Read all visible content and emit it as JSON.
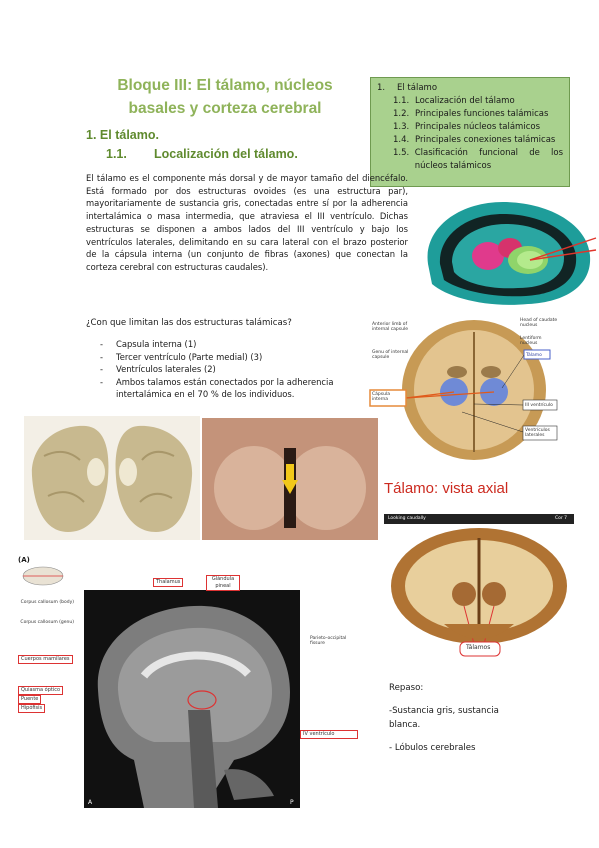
{
  "title": {
    "line1": "Bloque III: El tálamo, núcleos",
    "line2": "basales y corteza cerebral"
  },
  "section": {
    "num": "1.",
    "label": "El tálamo."
  },
  "subsection": {
    "num": "1.1.",
    "label": "Localización del tálamo."
  },
  "toc": {
    "num": "1.",
    "label": "El tálamo",
    "items": [
      {
        "num": "1.1.",
        "label": "Localización del tálamo"
      },
      {
        "num": "1.2.",
        "label": "Principales funciones talámicas"
      },
      {
        "num": "1.3.",
        "label": "Principales núcleos talámicos"
      },
      {
        "num": "1.4.",
        "label": "Principales conexiones talámicas"
      },
      {
        "num": "1.5.",
        "label": "Clasificación funcional de los núcleos talámicos"
      }
    ]
  },
  "paragraph": "El tálamo es el componente más dorsal y de mayor tamaño del diencéfalo. Está formado por dos estructuras ovoides (es una estructura par), mayoritariamente de sustancia gris, conectadas entre sí por la adherencia intertalámica o masa intermedia, que atraviesa el III ventrículo. Dichas estructuras se disponen a ambos lados del III ventrículo y bajo los ventrículos laterales, delimitando en su cara lateral con el brazo posterior de la cápsula interna (un conjunto de fibras (axones) que conectan la corteza cerebral con estructuras caudales).",
  "question": "¿Con que limitan las dos estructuras talámicas?",
  "bullets": [
    "Capsula interna (1)",
    "Tercer ventrículo (Parte medial) (3)",
    "Ventrículos laterales (2)",
    "Ambos talamos están conectados por la adherencia intertalámica en el 70 % de los individuos."
  ],
  "axial": {
    "caption": "Tálamo:  vista axial",
    "labels": [
      "Anterior limb of internal capsule",
      "Genu of internal capsule",
      "Head of caudate nucleus",
      "Lentiform nucleus",
      "Tálamo",
      "Cápsula interna",
      "III ventrículo",
      "Ventrículos laterales"
    ]
  },
  "coronal": {
    "header_left": "Looking caudally",
    "header_right": "Cor 7",
    "label": "Tálamos"
  },
  "sagittal": {
    "panel": "(A)",
    "labels": {
      "thalamus": "Thalamus",
      "glandula": "Glándula pineal",
      "cc_body": "Corpus callosum (body)",
      "cc_genu": "Corpus callosum (genu)",
      "parieto": "Parieto-occipital fissure",
      "mamilares": "Cuerpos mamilares",
      "quiasma": "Quiasma óptico",
      "puente": "Puente",
      "hipofisis": "Hipófisis",
      "iv": "IV ventrículo",
      "a": "A",
      "p": "P"
    }
  },
  "repaso": {
    "title": "Repaso:",
    "item1": "-Sustancia gris, sustancia blanca.",
    "item2": "- Lóbulos cerebrales"
  },
  "colors": {
    "title": "#8fb35a",
    "heading": "#5f8a2e",
    "toc_bg": "#a9d18e",
    "axial_caption": "#cc2a1f"
  }
}
